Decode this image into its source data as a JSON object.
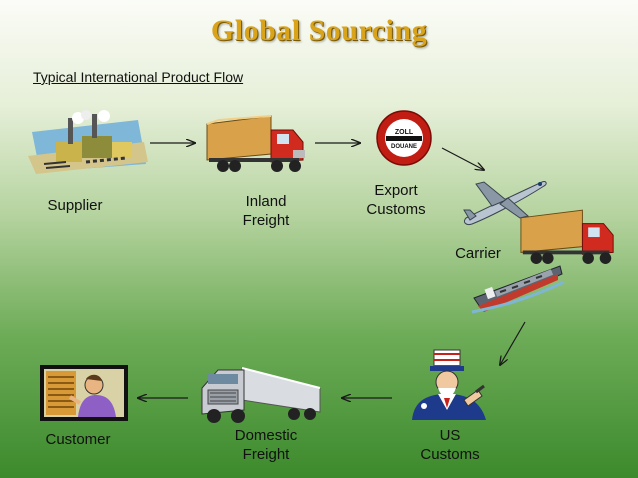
{
  "title": "Global Sourcing",
  "subtitle": "Typical International Product Flow",
  "nodes": {
    "supplier": "Supplier",
    "inland_freight": [
      "Inland",
      "Freight"
    ],
    "export_customs": [
      "Export",
      "Customs"
    ],
    "carrier": "Carrier",
    "us_customs": [
      "US",
      "Customs"
    ],
    "domestic_freight": [
      "Domestic",
      "Freight"
    ],
    "customer": "Customer"
  },
  "sign": {
    "top": "ZOLL",
    "bottom": "DOUANE"
  },
  "colors": {
    "title": "#d9a31a",
    "arrow": "#1a1a1a",
    "truck_cab": "#d12a1f",
    "trailer": "#d9a24a"
  },
  "icons": [
    "factory-icon",
    "truck-icon",
    "customs-stop-sign-icon",
    "airplane-icon",
    "truck-icon",
    "cargo-ship-icon",
    "uncle-sam-icon",
    "semi-truck-icon",
    "customer-worker-icon"
  ]
}
